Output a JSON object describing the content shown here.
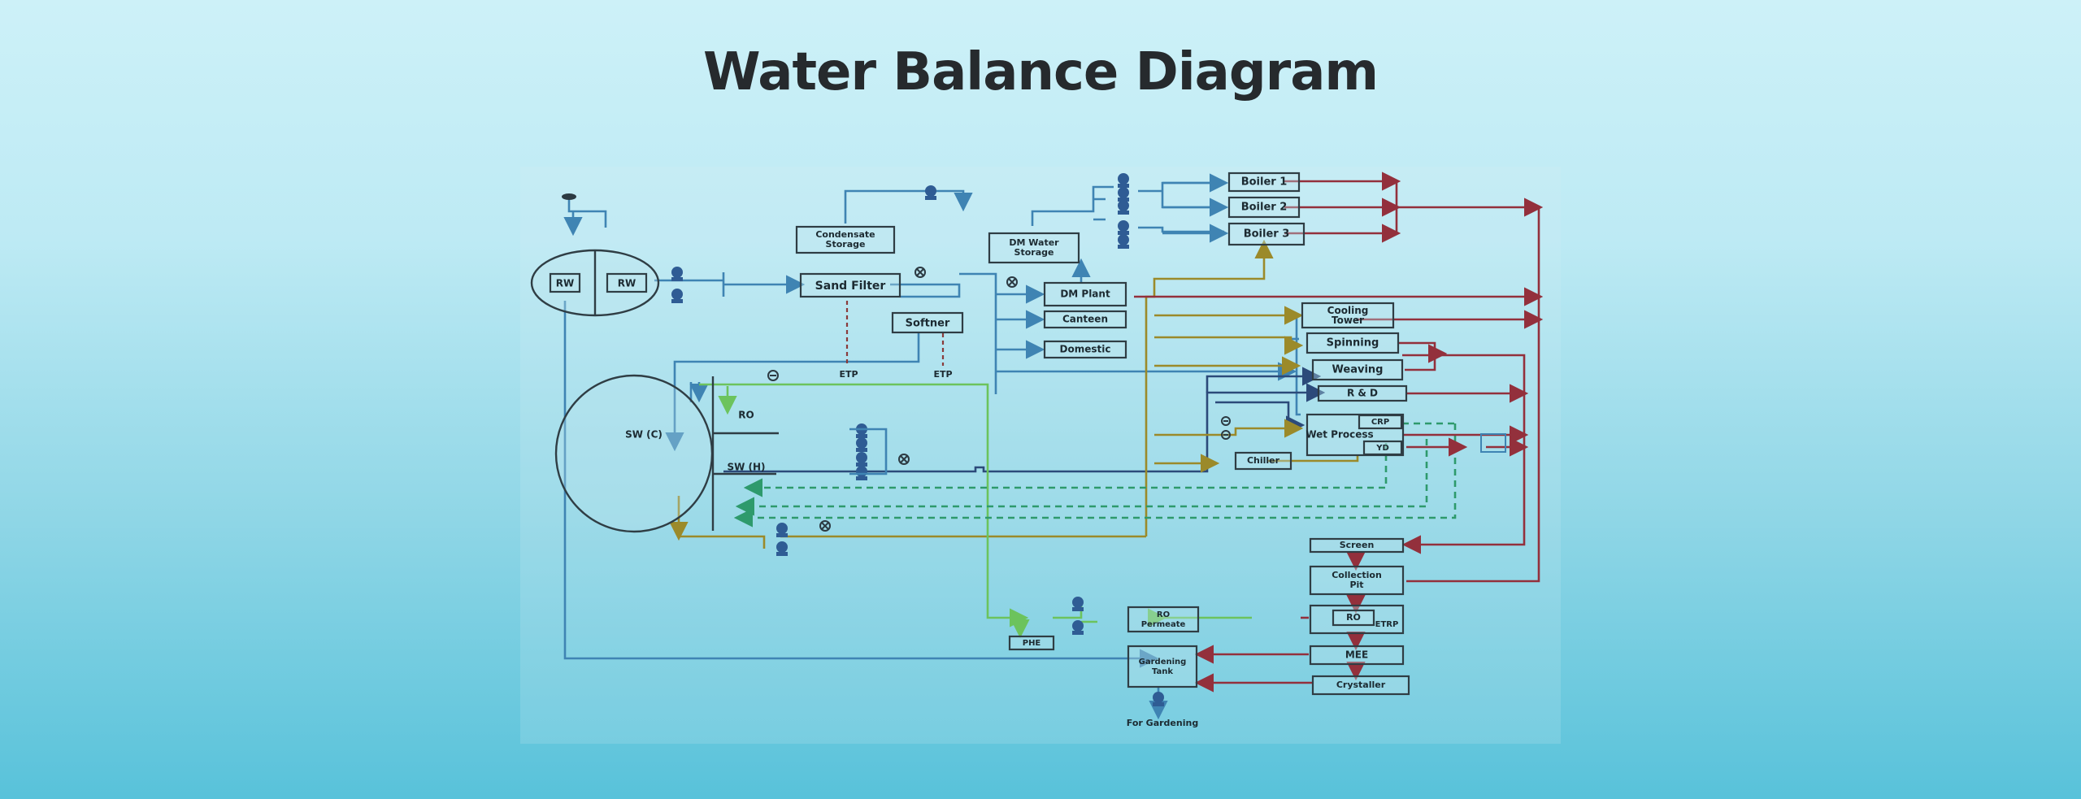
{
  "title": "Water Balance Diagram",
  "diagram": {
    "nodes": {
      "rw_left": "RW",
      "rw_right": "RW",
      "condensate_storage": "Condensate Storage",
      "sand_filter": "Sand Filter",
      "softner": "Softner",
      "etp_1": "ETP",
      "etp_2": "ETP",
      "dm_water_storage": "DM Water Storage",
      "dm_plant": "DM Plant",
      "canteen": "Canteen",
      "domestic": "Domestic",
      "boiler_1": "Boiler 1",
      "boiler_2": "Boiler 2",
      "boiler_3": "Boiler 3",
      "cooling_tower": "Cooling Tower",
      "spinning": "Spinning",
      "weaving": "Weaving",
      "r_and_d": "R & D",
      "wet_process": "Wet Process",
      "crp": "CRP",
      "yd": "YD",
      "chiller": "Chiller",
      "ro_tank": "RO",
      "sw_c": "SW (C)",
      "sw_h": "SW (H)",
      "screen": "Screen",
      "collection_pit": "Collection Pit",
      "ro_unit": "RO",
      "etrp": "ETRP",
      "mee": "MEE",
      "crystaller": "Crystaller",
      "ro_permeate": "RO Permeate",
      "phe": "PHE",
      "gardening_tank": "Gardening Tank",
      "for_gardening": "For Gardening"
    }
  }
}
